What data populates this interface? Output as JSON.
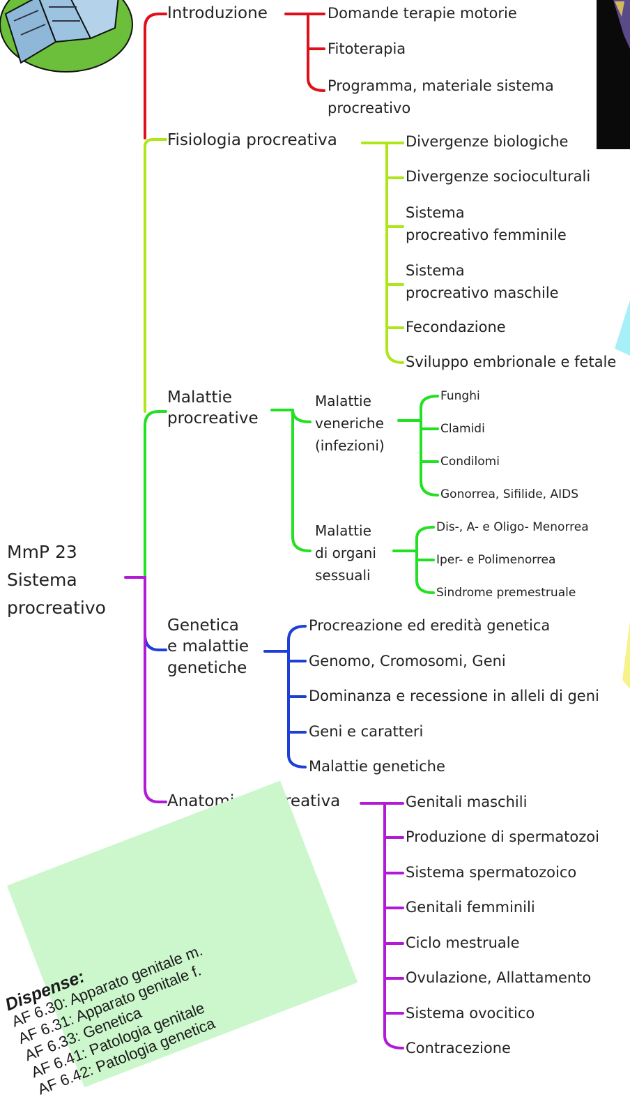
{
  "root": {
    "label": "MmP 23\nSistema\nprocreativo"
  },
  "colors": {
    "red": "#e0101a",
    "lime": "#aee61a",
    "green": "#22e022",
    "blue": "#1d3fd6",
    "purple": "#b21ad8",
    "root": "#9b2ccc"
  },
  "branches": [
    {
      "id": "intro",
      "label": "Introduzione",
      "color": "#e0101a",
      "children": [
        "Domande terapie motorie",
        "Fitoterapia",
        "Programma, materiale sistema\nprocreativo"
      ]
    },
    {
      "id": "fisio",
      "label": "Fisiologia procreativa",
      "color": "#aee61a",
      "children": [
        "Divergenze biologiche",
        "Divergenze socioculturali",
        "Sistema\nprocreativo femminile",
        "Sistema\nprocreativo maschile",
        "Fecondazione",
        "Sviluppo embrionale e fetale"
      ]
    },
    {
      "id": "malattie",
      "label": "Malattie\nprocreative",
      "color": "#22e022",
      "sub": [
        {
          "label": "Malattie\nveneriche\n(infezioni)",
          "children": [
            "Funghi",
            "Clamidi",
            "Condilomi",
            "Gonorrea, Sifilide, AIDS"
          ]
        },
        {
          "label": "Malattie\ndi organi\nsessuali",
          "children": [
            "Dis-, A- e Oligo- Menorrea",
            "Iper- e Polimenorrea",
            "Sindrome premestruale"
          ]
        }
      ]
    },
    {
      "id": "genetica",
      "label": "Genetica\ne malattie\ngenetiche",
      "color": "#1d3fd6",
      "children": [
        "Procreazione ed eredità genetica",
        "Genomo, Cromosomi, Geni",
        "Dominanza e recessione in alleli di geni",
        "Geni e caratteri",
        "Malattie genetiche"
      ]
    },
    {
      "id": "anatomia",
      "label": "Anatomia procreativa",
      "color": "#b21ad8",
      "children": [
        "Genitali maschili",
        "Produzione di spermatozoi",
        "Sistema spermatozoico",
        "Genitali femminili",
        "Ciclo mestruale",
        "Ovulazione, Allattamento",
        "Sistema ovocitico",
        "Contracezione"
      ]
    }
  ],
  "note": {
    "title": "Dispense:",
    "lines": [
      "AF 6.30:  Apparato genitale m.",
      "AF 6.31:  Apparato genitale f.",
      "AF 6.33:  Genetica",
      "AF 6.41:  Patologia genitale",
      "AF 6.42:  Patologia genetica"
    ]
  }
}
